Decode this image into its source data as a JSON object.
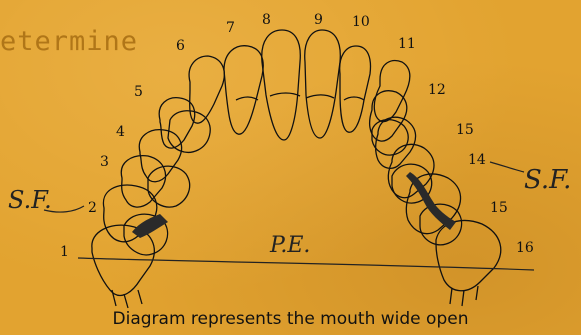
{
  "typed_fragment": "etermine",
  "tooth_numbers_left": [
    "1",
    "2",
    "3",
    "4",
    "5",
    "6",
    "7",
    "8"
  ],
  "tooth_numbers_right": [
    "9",
    "10",
    "11",
    "12",
    "15",
    "14",
    "15",
    "16"
  ],
  "annotations": {
    "sf_left": "S.F.",
    "sf_right": "S.F.",
    "pe": "P.E."
  },
  "caption": "Diagram represents the mouth wide open",
  "colors": {
    "paper": "#E2A330",
    "ink": "#111111",
    "typed_ink": "#B07618",
    "shadow_mark": "#2a2a2a"
  }
}
